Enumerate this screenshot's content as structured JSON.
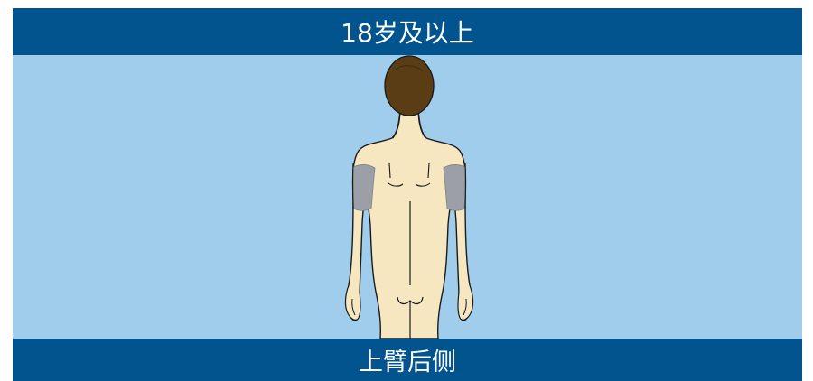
{
  "header": {
    "title": "18岁及以上"
  },
  "footer": {
    "caption": "上臂后侧"
  },
  "colors": {
    "banner": "#02548f",
    "background": "#a1cdec",
    "skin": "#f6e7c1",
    "hair": "#5b3d15",
    "injection_site": "#9ca0a6",
    "outline": "#1a1a1a"
  },
  "figure": {
    "view": "back",
    "highlighted_area": "upper-arm-back"
  }
}
